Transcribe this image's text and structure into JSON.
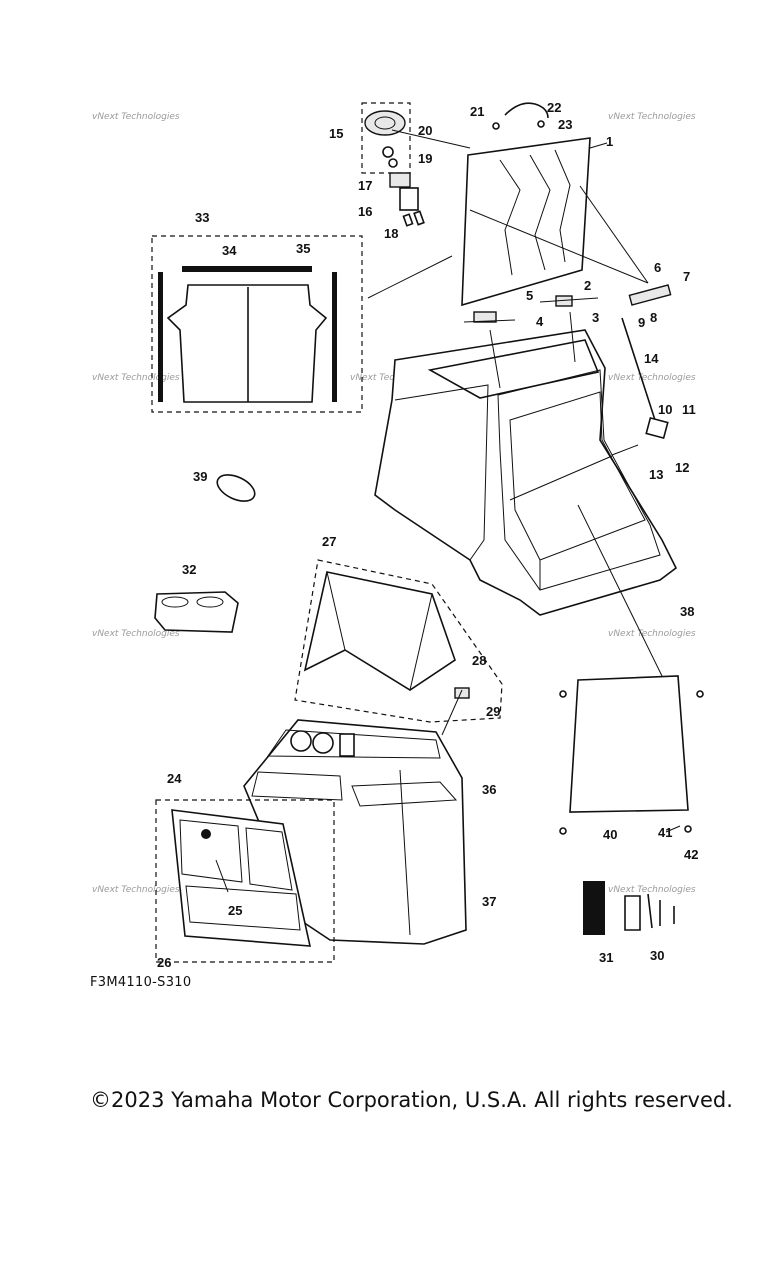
{
  "figure_code": "F3M4110-S310",
  "copyright": "©2023 Yamaha Motor Corporation, U.S.A. All rights reserved.",
  "watermark": "vNext Technologies",
  "callouts": {
    "c1": "1",
    "c2": "2",
    "c3": "3",
    "c4": "4",
    "c5": "5",
    "c6": "6",
    "c7": "7",
    "c8": "8",
    "c9": "9",
    "c10": "10",
    "c11": "11",
    "c12": "12",
    "c13": "13",
    "c14": "14",
    "c15": "15",
    "c16": "16",
    "c17": "17",
    "c18": "18",
    "c19": "19",
    "c20": "20",
    "c21": "21",
    "c22": "22",
    "c23": "23",
    "c24": "24",
    "c25": "25",
    "c26": "26",
    "c27": "27",
    "c28": "28",
    "c29": "29",
    "c30": "30",
    "c31": "31",
    "c32": "32",
    "c33": "33",
    "c34": "34",
    "c35": "35",
    "c36": "36",
    "c37": "37",
    "c38": "38",
    "c39": "39",
    "c40": "40",
    "c41": "41",
    "c42": "42"
  }
}
